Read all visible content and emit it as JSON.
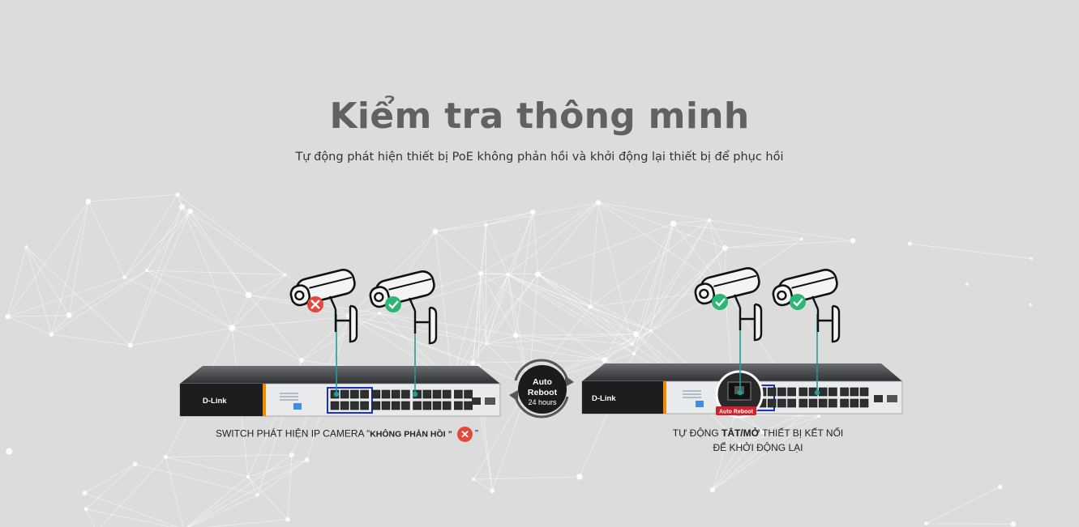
{
  "hero": {
    "title": "Kiểm tra thông minh",
    "subtitle": "Tự động phát hiện thiết bị PoE không phản hồi và khởi động lại thiết bị để phục hồi"
  },
  "left_panel": {
    "brand": "D-Link",
    "caption_prefix": "SWITCH PHÁT HIỆN IP CAMERA “",
    "caption_bold": "KHÔNG PHẢN HỒI ”",
    "caption_suffix": "”",
    "camera_states": [
      "error",
      "ok"
    ]
  },
  "center_badge": {
    "line1": "Auto",
    "line2": "Reboot",
    "line3": "24 hours"
  },
  "right_panel": {
    "brand": "D-Link",
    "port_badge": "Auto Reboot",
    "caption_line1_prefix": "TỰ ĐỘNG ",
    "caption_line1_bold": "TẮT/MỞ",
    "caption_line1_suffix": " THIẾT BỊ KẾT NỐI",
    "caption_line2": "ĐỂ KHỞI ĐỘNG LẠI",
    "camera_states": [
      "ok",
      "ok"
    ]
  },
  "colors": {
    "background": "#dcdcdd",
    "title": "#616161",
    "switch_body": "#3a3b3d",
    "switch_face": "#e9eaec",
    "accent_orange": "#f08a00",
    "link_teal": "#1f9e9a",
    "ok_green": "#2bb673",
    "error_red": "#e2483d"
  }
}
